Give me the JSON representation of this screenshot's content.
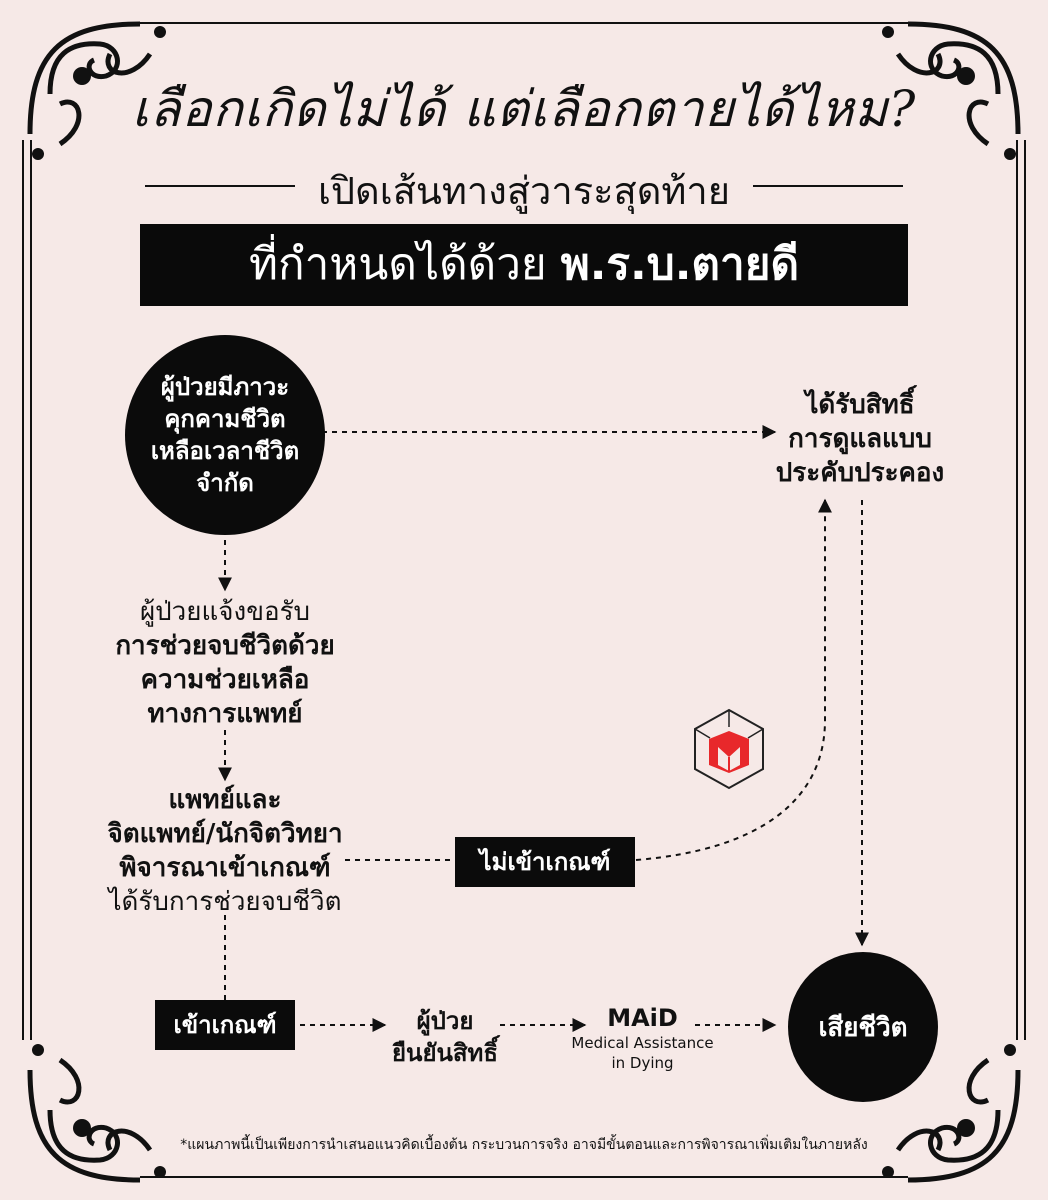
{
  "header": {
    "title": "เลือกเกิดไม่ได้ แต่เลือกตายได้ไหม?",
    "subtitle": "เปิดเส้นทางสู่วาระสุดท้าย",
    "banner_normal": "ที่กำหนดได้ด้วย ",
    "banner_bold": "พ.ร.บ.ตายดี"
  },
  "nodes": {
    "start_circle": [
      "ผู้ป่วยมีภาวะ",
      "คุกคามชีวิต",
      "เหลือเวลาชีวิต",
      "จำกัด"
    ],
    "palliative": [
      "ได้รับสิทธิ์",
      "การดูแลแบบ",
      "ประคับประคอง"
    ],
    "request_line1": "ผู้ป่วยแจ้งขอรับ",
    "request_bold": [
      "การช่วยจบชีวิตด้วย",
      "ความช่วยเหลือ",
      "ทางการแพทย์"
    ],
    "assess_bold": [
      "แพทย์และ",
      "จิตแพทย์/นักจิตวิทยา",
      "พิจารณาเข้าเกณฑ์"
    ],
    "assess_line4": "ได้รับการช่วยจบชีวิต",
    "not_eligible": "ไม่เข้าเกณฑ์",
    "eligible": "เข้าเกณฑ์",
    "confirm": [
      "ผู้ป่วย",
      "ยืนยันสิทธิ์"
    ],
    "maid_title": "MAiD",
    "maid_sub": [
      "Medical Assistance",
      "in Dying"
    ],
    "death": "เสียชีวิต"
  },
  "footnote": "*แผนภาพนี้เป็นเพียงการนำเสนอแนวคิดเบื้องต้น กระบวนการจริง อาจมีขั้นตอนและการพิจารณาเพิ่มเติมในภายหลัง",
  "colors": {
    "background": "#f6e9e7",
    "ink": "#0b0b0b",
    "logo_red": "#e8282b"
  }
}
